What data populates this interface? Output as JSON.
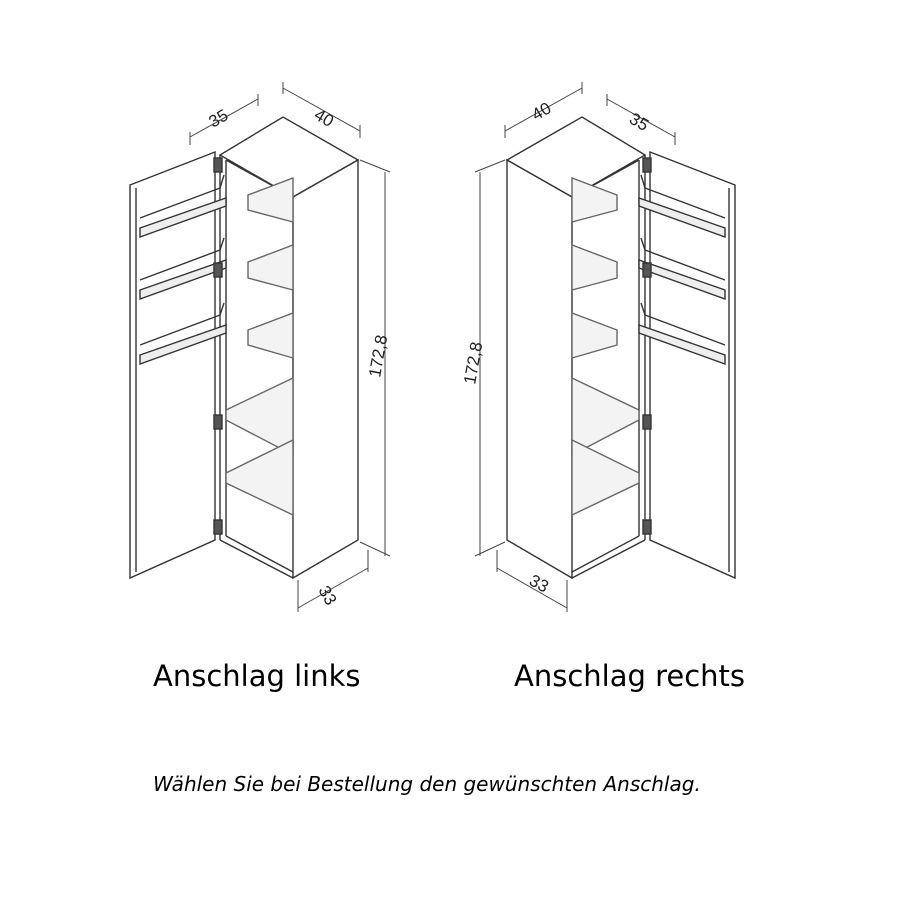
{
  "left_cabinet": {
    "caption": "Anschlag links",
    "dim_depth": "35",
    "dim_width": "40",
    "dim_height": "172,8",
    "dim_bottom_depth": "33"
  },
  "right_cabinet": {
    "caption": "Anschlag rechts",
    "dim_depth": "35",
    "dim_width": "40",
    "dim_height": "172,8",
    "dim_bottom_depth": "33"
  },
  "note": "Wählen Sie bei Bestellung den gewünschten Anschlag."
}
